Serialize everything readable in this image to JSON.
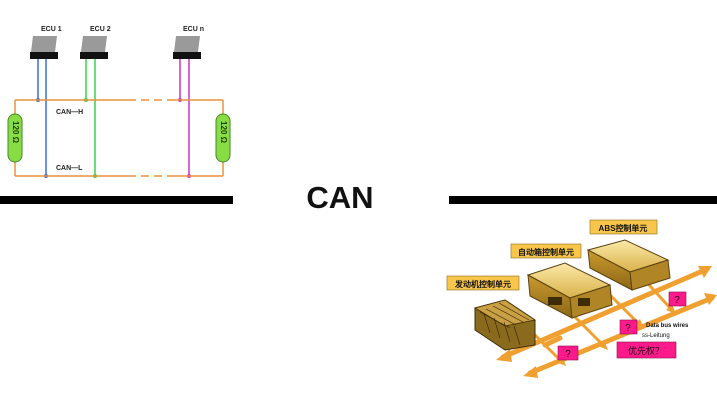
{
  "slide": {
    "title": "CAN"
  },
  "bus_diagram": {
    "nodes": [
      {
        "label": "ECU 1",
        "color": "#3a6fd8"
      },
      {
        "label": "ECU 2",
        "color": "#3ad24a"
      },
      {
        "label": "ECU n",
        "color": "#cc33cc"
      }
    ],
    "can_high_label": "CAN—H",
    "can_low_label": "CAN—L",
    "terminator_label": "120 Ω",
    "bus_color": "#e8923a",
    "terminator_color": "#88dd44"
  },
  "network_image": {
    "units": [
      {
        "label": "ABS控制单元"
      },
      {
        "label": "自动箱控制单元"
      },
      {
        "label": "发动机控制单元"
      }
    ],
    "unknown_mark": "?",
    "wires_label_1": "Data bus wires",
    "wires_label_2": "ss-Leitung",
    "priority_label": "优先权？",
    "label_fill": "#f7c64a",
    "tag_fill": "#ff1a8c",
    "arrow_color": "#f0a030"
  }
}
